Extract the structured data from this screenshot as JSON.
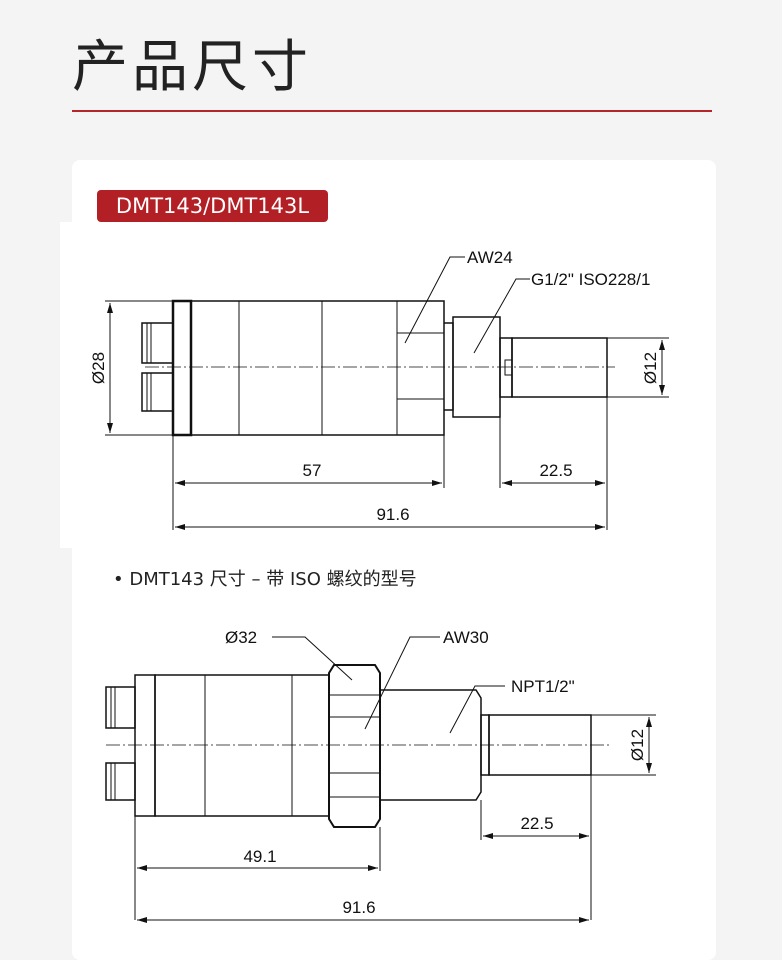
{
  "page_title": "产品尺寸",
  "colors": {
    "accent": "#b21f24",
    "text": "#222222"
  },
  "drawing1": {
    "badge": "DMT143/DMT143L",
    "labels": {
      "hex": "AW24",
      "thread": "G1/2\" ISO228/1",
      "body_diameter": "Ø28",
      "probe_diameter": "Ø12"
    },
    "dims": {
      "body_length": "57",
      "probe_length": "22.5",
      "total_length": "91.6"
    }
  },
  "drawing2": {
    "caption": "• DMT143 尺寸 – 带 ISO 螺纹的型号",
    "labels": {
      "nut_diameter": "Ø32",
      "hex": "AW30",
      "thread": "NPT1/2\"",
      "probe_diameter": "Ø12"
    },
    "dims": {
      "body_length": "49.1",
      "probe_length": "22.5",
      "total_length": "91.6"
    }
  }
}
